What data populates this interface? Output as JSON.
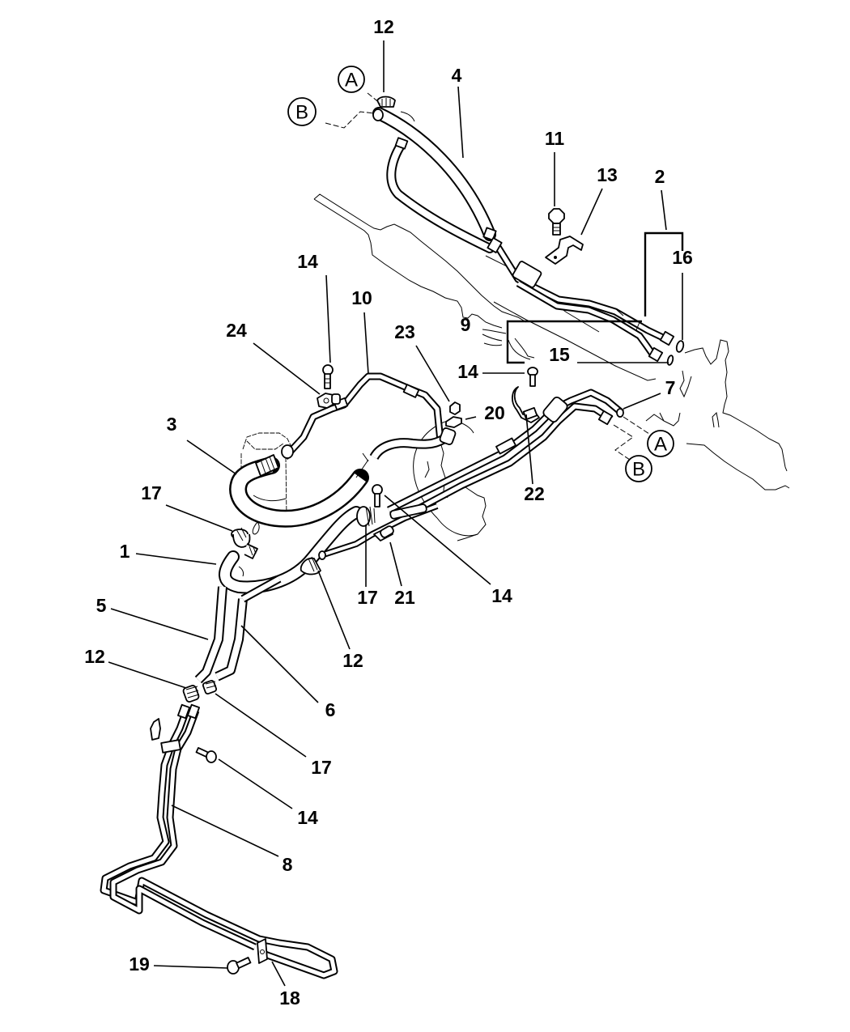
{
  "diagram": {
    "title": "Transmission oil cooler lines & hoses — exploded parts view",
    "colors": {
      "line": "#000000",
      "background": "#ffffff"
    },
    "callouts": [
      {
        "id": "c-12-top",
        "text": "12"
      },
      {
        "id": "c-4",
        "text": "4"
      },
      {
        "id": "c-11",
        "text": "11"
      },
      {
        "id": "c-13",
        "text": "13"
      },
      {
        "id": "c-2",
        "text": "2"
      },
      {
        "id": "c-16",
        "text": "16"
      },
      {
        "id": "c-14-upper",
        "text": "14"
      },
      {
        "id": "c-10",
        "text": "10"
      },
      {
        "id": "c-24",
        "text": "24"
      },
      {
        "id": "c-23",
        "text": "23"
      },
      {
        "id": "c-9",
        "text": "9"
      },
      {
        "id": "c-15",
        "text": "15"
      },
      {
        "id": "c-14-mid",
        "text": "14"
      },
      {
        "id": "c-7",
        "text": "7"
      },
      {
        "id": "c-20",
        "text": "20"
      },
      {
        "id": "c-22",
        "text": "22"
      },
      {
        "id": "c-3",
        "text": "3"
      },
      {
        "id": "c-17-left",
        "text": "17"
      },
      {
        "id": "c-1",
        "text": "1"
      },
      {
        "id": "c-17-center",
        "text": "17"
      },
      {
        "id": "c-21",
        "text": "21"
      },
      {
        "id": "c-14-right",
        "text": "14"
      },
      {
        "id": "c-5",
        "text": "5"
      },
      {
        "id": "c-12-center",
        "text": "12"
      },
      {
        "id": "c-12-left",
        "text": "12"
      },
      {
        "id": "c-6",
        "text": "6"
      },
      {
        "id": "c-17-lower",
        "text": "17"
      },
      {
        "id": "c-14-lower",
        "text": "14"
      },
      {
        "id": "c-8",
        "text": "8"
      },
      {
        "id": "c-19",
        "text": "19"
      },
      {
        "id": "c-18",
        "text": "18"
      }
    ],
    "reference_markers": [
      {
        "id": "ref-a-top",
        "letter": "A"
      },
      {
        "id": "ref-b-top",
        "letter": "B"
      },
      {
        "id": "ref-a-right",
        "letter": "A"
      },
      {
        "id": "ref-b-right",
        "letter": "B"
      }
    ]
  }
}
